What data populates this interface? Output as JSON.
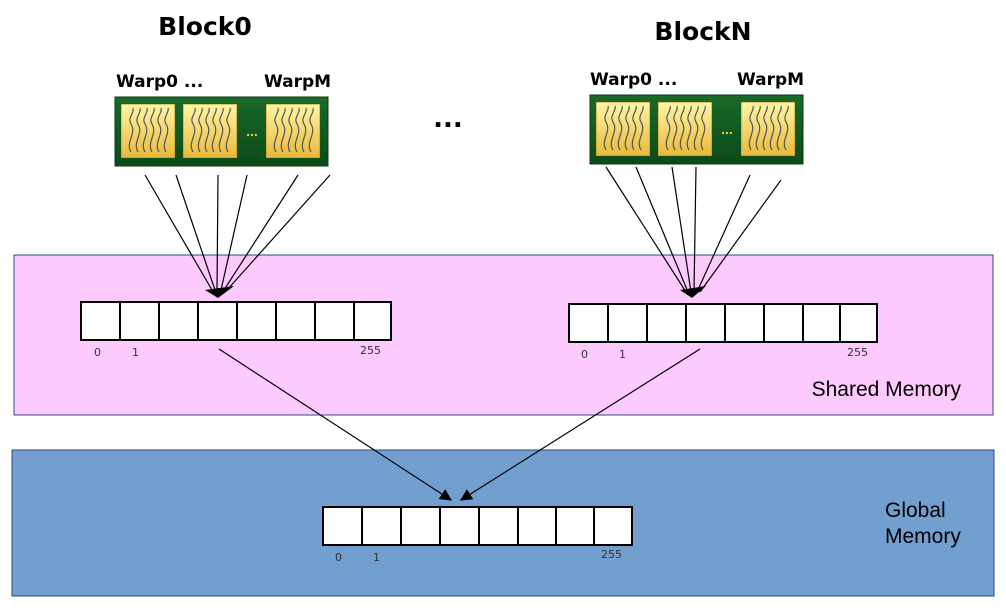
{
  "blocks": [
    {
      "title": "Block0",
      "warp_first": "Warp0 ...",
      "warp_last": "WarpM"
    },
    {
      "title": "BlockN",
      "warp_first": "Warp0 ...",
      "warp_last": "WarpM"
    }
  ],
  "between_blocks": "...",
  "warp_dots": "...",
  "shared_memory": {
    "label": "Shared Memory",
    "color": "#fccafc",
    "arrays": [
      {
        "indices": [
          "0",
          "1",
          "255"
        ]
      },
      {
        "indices": [
          "0",
          "1",
          "255"
        ]
      }
    ]
  },
  "global_memory": {
    "label_line1": "Global",
    "label_line2": "Memory",
    "color": "#729fcf",
    "array": {
      "indices": [
        "0",
        "1",
        "255"
      ]
    }
  },
  "icons": {
    "warp": "thread-warp-icon"
  }
}
